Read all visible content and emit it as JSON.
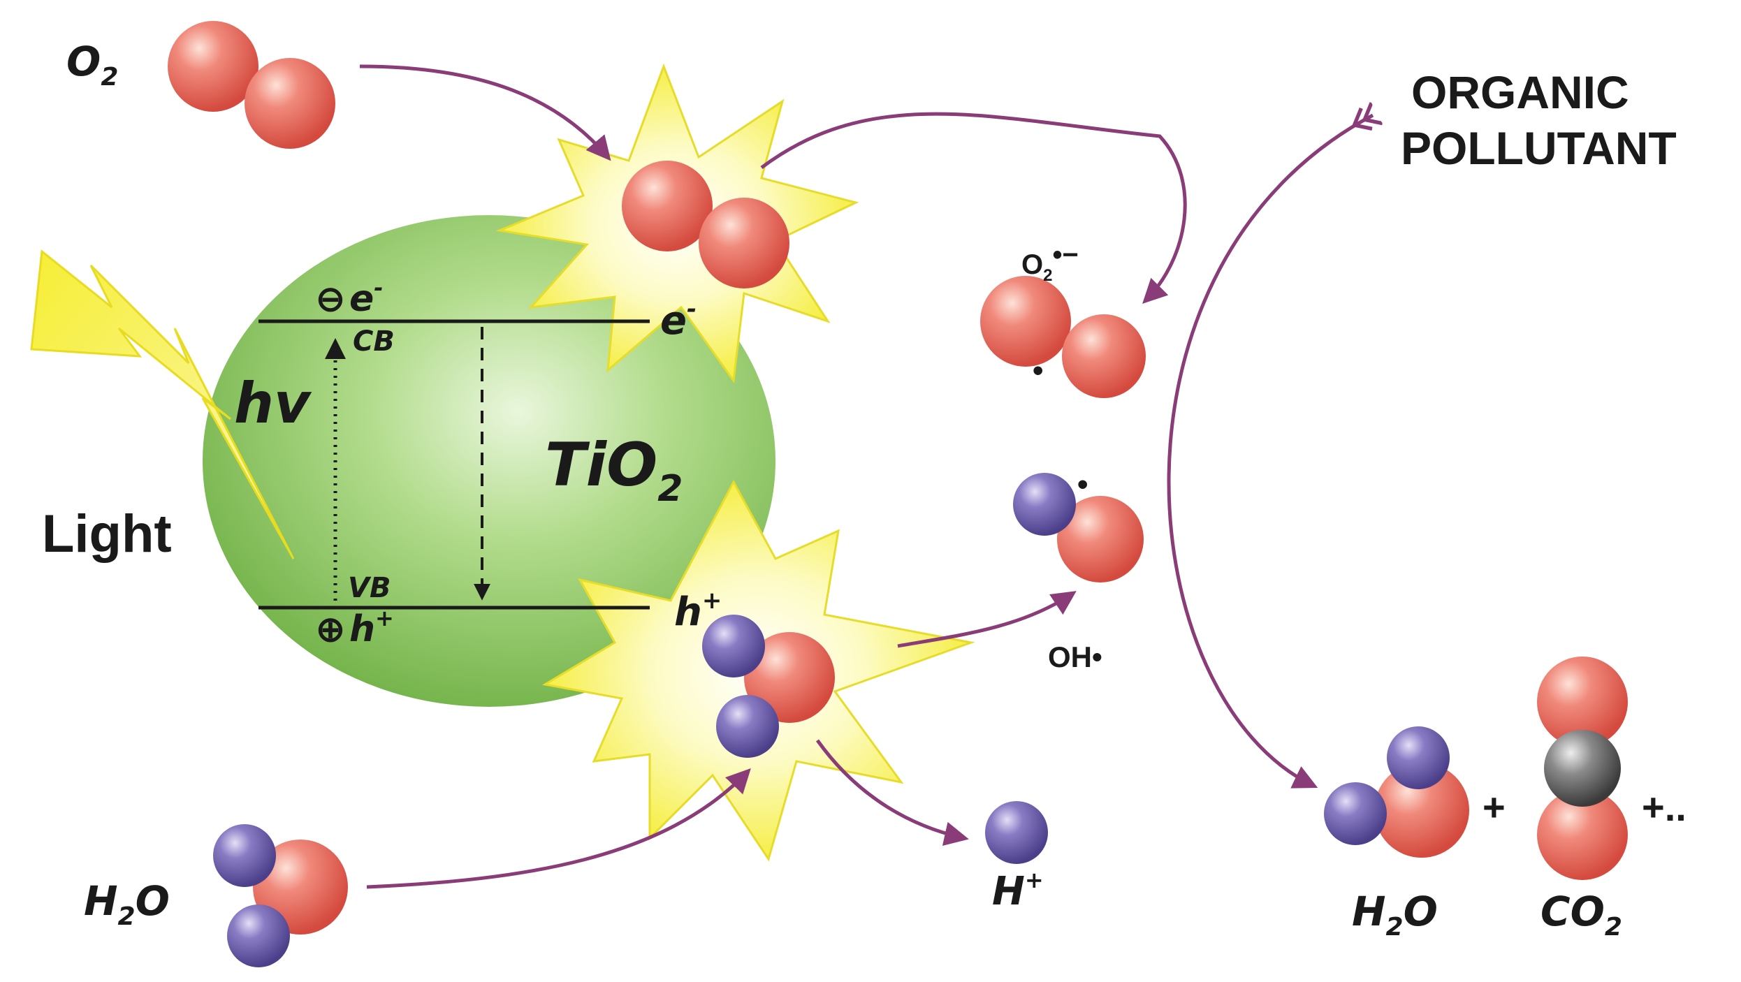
{
  "labels": {
    "o2": "O",
    "o2_sub": "2",
    "light": "Light",
    "hv": "hv",
    "tio2": "TiO",
    "tio2_sub": "2",
    "cb": "CB",
    "vb": "VB",
    "cb_e": "e",
    "cb_e_sup": "-",
    "vb_h": "h",
    "vb_h_sup": "+",
    "minus_circle": "⊖",
    "plus_circle": "⊕",
    "e_out": "e",
    "e_out_sup": "-",
    "h_out": "h",
    "h_out_sup": "+",
    "superoxide": "O",
    "superoxide_sub": "2",
    "superoxide_sup": "•−",
    "hydroxyl": "OH•",
    "h_plus": "H",
    "h_plus_sup": "+",
    "h2o_left_h": "H",
    "h2o_left_sub": "2",
    "h2o_left_o": "O",
    "h2o_right_h": "H",
    "h2o_right_sub": "2",
    "h2o_right_o": "O",
    "co2_c": "CO",
    "co2_sub": "2",
    "organic_line1": "ORGANIC",
    "organic_line2": "POLLUTANT",
    "plus1": "+",
    "plus2": "+..",
    "radical_dot": "•"
  },
  "colors": {
    "oxygen": "#e8685c",
    "hydrogen": "#6a5ba8",
    "carbon": "#6b6b6b",
    "tio2_sphere": "#86c45c",
    "arrow": "#8a3c78",
    "starburst": "#f5ef3a",
    "lightning": "#f5ef3a"
  }
}
